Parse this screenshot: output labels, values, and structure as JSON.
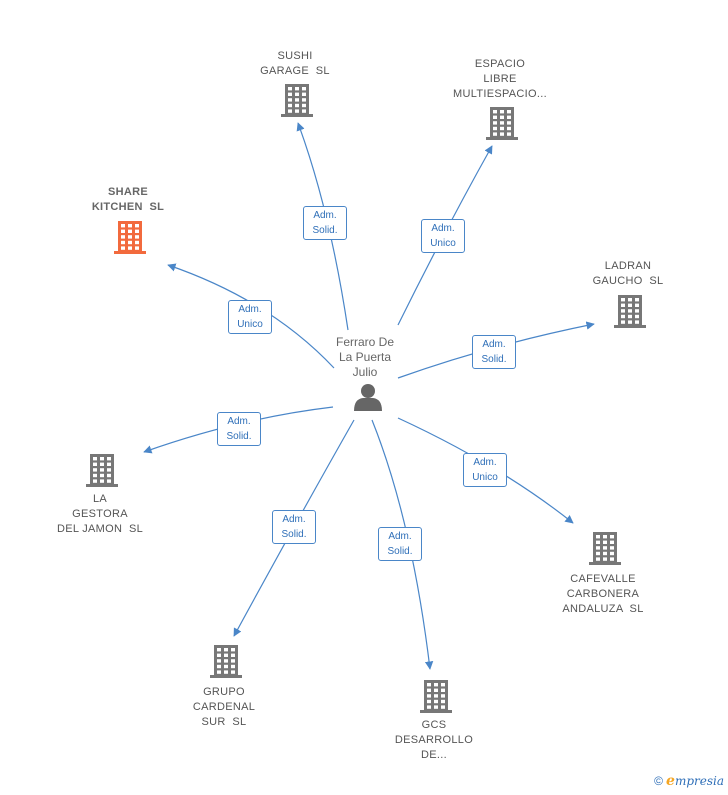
{
  "center": {
    "lines": [
      "Ferraro De",
      "La Puerta",
      "Julio"
    ],
    "icon": "person-icon"
  },
  "nodes": [
    {
      "id": "sushi",
      "lines": [
        "SUSHI",
        "GARAGE  SL"
      ],
      "icon": "building-icon",
      "highlight": false,
      "relation": [
        "Adm.",
        "Solid."
      ]
    },
    {
      "id": "espacio",
      "lines": [
        "ESPACIO",
        "LIBRE",
        "MULTIESPACIO..."
      ],
      "icon": "building-icon",
      "highlight": false,
      "relation": [
        "Adm.",
        "Unico"
      ]
    },
    {
      "id": "share",
      "lines": [
        "SHARE",
        "KITCHEN  SL"
      ],
      "icon": "building-icon",
      "highlight": true,
      "relation": [
        "Adm.",
        "Unico"
      ]
    },
    {
      "id": "ladran",
      "lines": [
        "LADRAN",
        "GAUCHO  SL"
      ],
      "icon": "building-icon",
      "highlight": false,
      "relation": [
        "Adm.",
        "Solid."
      ]
    },
    {
      "id": "gestora",
      "lines": [
        "LA",
        "GESTORA",
        "DEL JAMON  SL"
      ],
      "icon": "building-icon",
      "highlight": false,
      "relation": [
        "Adm.",
        "Solid."
      ]
    },
    {
      "id": "cafevalle",
      "lines": [
        "CAFEVALLE",
        "CARBONERA",
        "ANDALUZA  SL"
      ],
      "icon": "building-icon",
      "highlight": false,
      "relation": [
        "Adm.",
        "Unico"
      ]
    },
    {
      "id": "grupo",
      "lines": [
        "GRUPO",
        "CARDENAL",
        "SUR  SL"
      ],
      "icon": "building-icon",
      "highlight": false,
      "relation": [
        "Adm.",
        "Solid."
      ]
    },
    {
      "id": "gcs",
      "lines": [
        "GCS",
        "DESARROLLO",
        "DE..."
      ],
      "icon": "building-icon",
      "highlight": false,
      "relation": [
        "Adm.",
        "Solid."
      ]
    }
  ],
  "footer": {
    "copyright_symbol": "©",
    "brand_initial": "e",
    "brand_rest": "mpresia"
  },
  "colors": {
    "edge": "#4a86c8",
    "building": "#777777",
    "building_highlight": "#f26a3d",
    "person": "#666666"
  }
}
